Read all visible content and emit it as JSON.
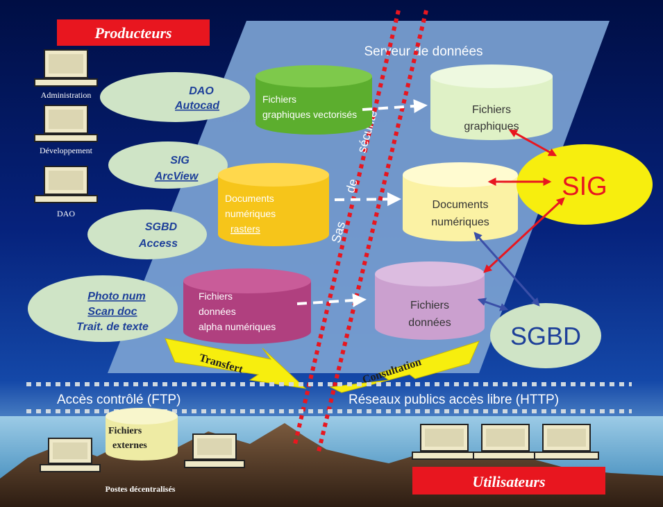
{
  "title_left": "Producteurs",
  "title_right": "Utilisateurs",
  "server_label": "Serveur de données",
  "producers": [
    {
      "label": "Administration"
    },
    {
      "label": "Développement"
    },
    {
      "label": "DAO"
    }
  ],
  "tools": [
    {
      "lines": [
        "DAO",
        "Autocad"
      ]
    },
    {
      "lines": [
        "SIG",
        "ArcView"
      ]
    },
    {
      "lines": [
        "SGBD",
        "Access"
      ]
    },
    {
      "lines": [
        "Photo num",
        "Scan doc",
        "Trait. de texte"
      ]
    }
  ],
  "source_files": [
    {
      "lines": [
        "Fichiers",
        "graphiques vectorisés"
      ],
      "color": "#5cae2e"
    },
    {
      "lines": [
        "Documents",
        "numériques",
        "rasters"
      ],
      "color": "#f6c51a"
    },
    {
      "lines": [
        "Fichiers",
        "données",
        "alpha numériques"
      ],
      "color": "#b0407f"
    }
  ],
  "server_files": [
    {
      "lines": [
        "Fichiers",
        "graphiques"
      ],
      "color": "#dff1c6"
    },
    {
      "lines": [
        "Documents",
        "numériques"
      ],
      "color": "#fbf2a4"
    },
    {
      "lines": [
        "Fichiers",
        "données"
      ],
      "color": "#cba0cf"
    }
  ],
  "security_label": [
    "Sas",
    "de",
    "sécurité"
  ],
  "sig_label": "SIG",
  "sgbd_label": "SGBD",
  "transfer_label": "Transfert",
  "consultation_label": "Consultation",
  "access_controlled": "Accès contrôlé (FTP)",
  "access_public": "Réseaux publics accès libre (HTTP)",
  "external_files": [
    "Fichiers",
    "externes"
  ],
  "decentralized_label": "Postes décentralisés",
  "colors": {
    "title_box": "#e8161f",
    "tool_ellipse": "#cfe4c6",
    "tool_text": "#1d3f99",
    "sig_fill": "#f7ee0e",
    "sig_text": "#e8161f",
    "sgbd_fill": "#cfe4c6",
    "sgbd_text": "#1d3f99",
    "red_arrow": "#e8161f",
    "blue_arrow": "#3a4fa8",
    "parallelogram": "#7ba2d3",
    "security_dots": "#e8161f"
  }
}
